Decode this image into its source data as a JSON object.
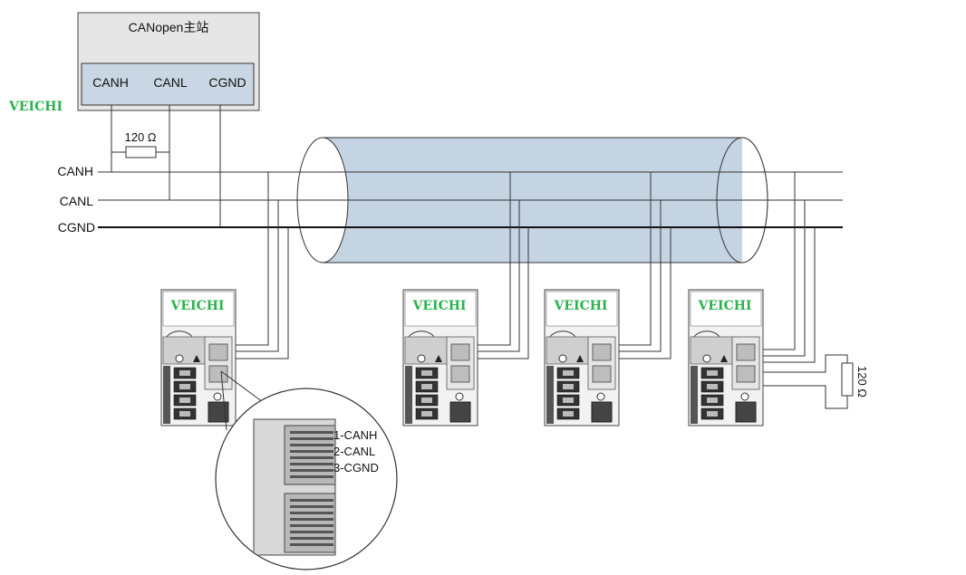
{
  "master": {
    "title": "CANopen主站",
    "terminals": [
      "CANH",
      "CANL",
      "CGND"
    ]
  },
  "brand_label": "VEICHI",
  "bus": {
    "lines": [
      "CANH",
      "CANL",
      "CGND"
    ]
  },
  "terminator": {
    "master_side": "120 Ω",
    "far_end": "120 Ω"
  },
  "drives": [
    {
      "brand": "VEICHI"
    },
    {
      "brand": "VEICHI"
    },
    {
      "brand": "VEICHI"
    },
    {
      "brand": "VEICHI"
    }
  ],
  "connector_pins": [
    "1-CANH",
    "2-CANL",
    "3-CGND"
  ],
  "colors": {
    "cable_fill": "#c5d4e3",
    "brand_green": "#2bb24c",
    "master_fill": "#e6e6e6",
    "terminal_fill": "#c9d6e3"
  }
}
